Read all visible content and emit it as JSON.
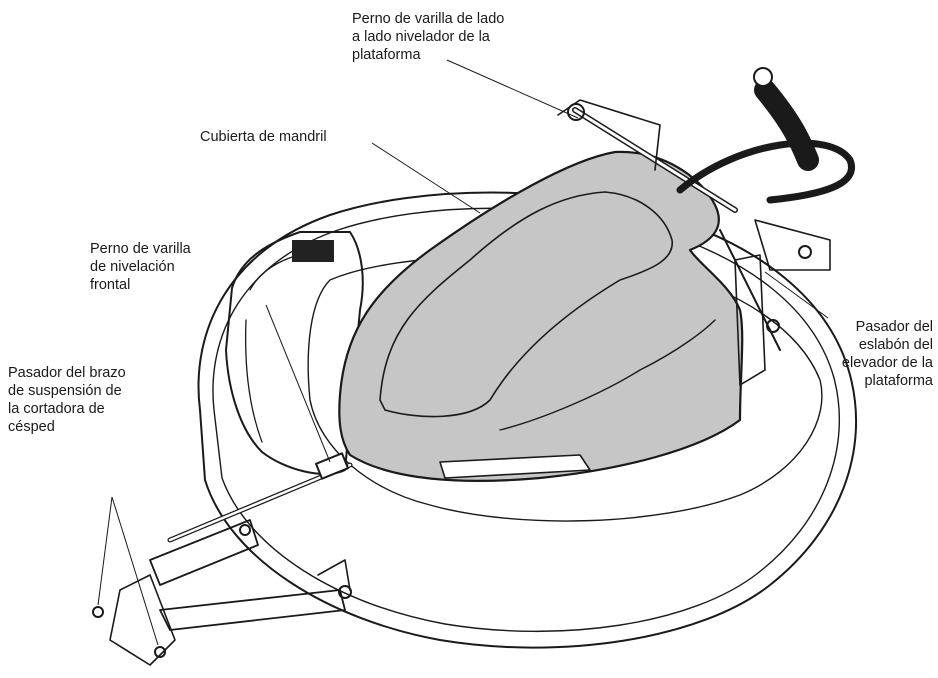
{
  "callouts": {
    "side_rod_bolt": [
      "Perno de varilla de lado",
      "a lado nivelador de la",
      "plataforma"
    ],
    "spindle_cover": [
      "Cubierta de mandril"
    ],
    "front_rod_bolt": [
      "Perno de varilla",
      "de nivelación",
      "frontal"
    ],
    "lift_link_pin": [
      "Pasador del",
      "eslabón del",
      "elevador de la",
      "plataforma"
    ],
    "hanger_arm_pin": [
      "Pasador del brazo",
      "de suspensión de",
      "la cortadora de",
      "césped"
    ]
  }
}
